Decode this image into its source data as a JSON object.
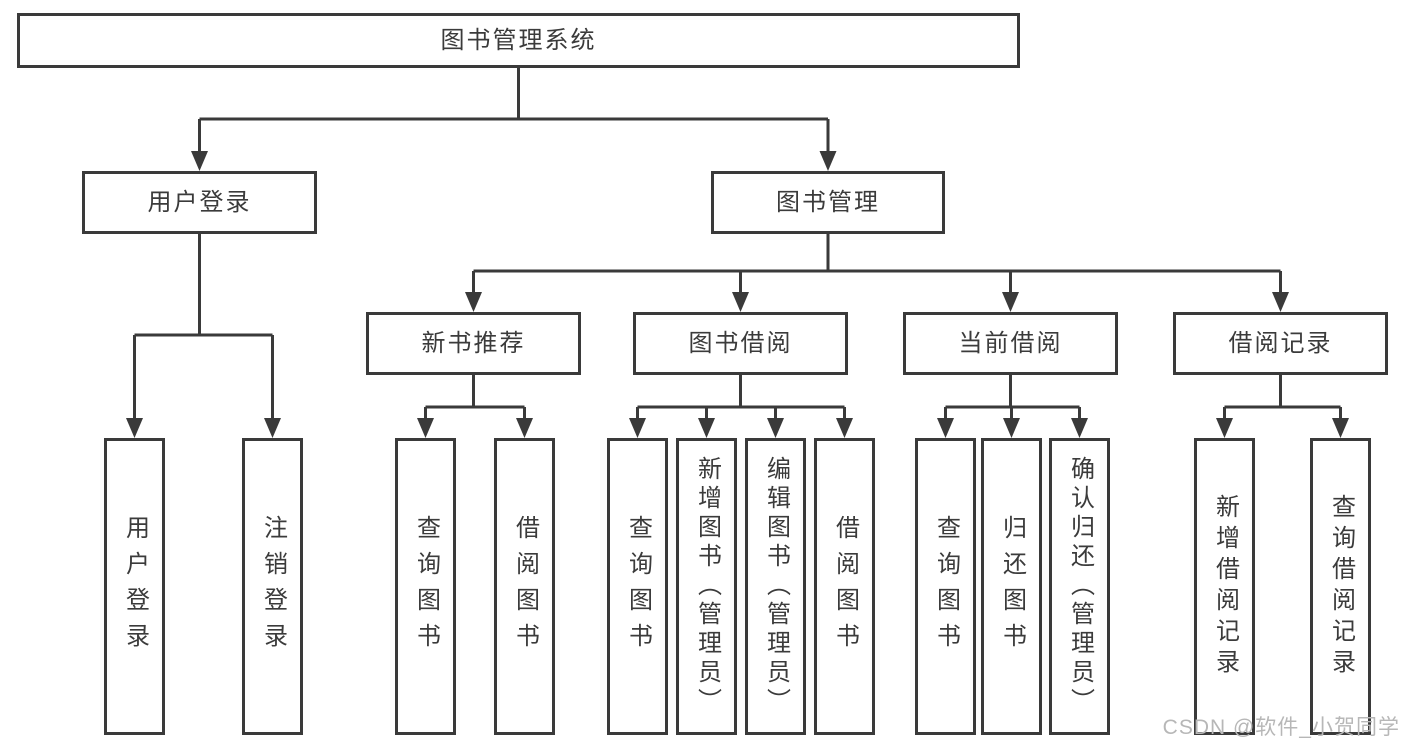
{
  "diagram": {
    "root": {
      "label": "图书管理系统"
    },
    "branches": [
      {
        "label": "用户登录",
        "children": [
          {
            "label": "用户登录"
          },
          {
            "label": "注销登录"
          }
        ]
      },
      {
        "label": "图书管理",
        "children": [
          {
            "label": "新书推荐",
            "children": [
              {
                "label": "查询图书"
              },
              {
                "label": "借阅图书"
              }
            ]
          },
          {
            "label": "图书借阅",
            "children": [
              {
                "label": "查询图书"
              },
              {
                "label": "新增图书（管理员）"
              },
              {
                "label": "编辑图书（管理员）"
              },
              {
                "label": "借阅图书"
              }
            ]
          },
          {
            "label": "当前借阅",
            "children": [
              {
                "label": "查询图书"
              },
              {
                "label": "归还图书"
              },
              {
                "label": "确认归还（管理员）"
              }
            ]
          },
          {
            "label": "借阅记录",
            "children": [
              {
                "label": "新增借阅记录"
              },
              {
                "label": "查询借阅记录"
              }
            ]
          }
        ]
      }
    ],
    "watermark": "CSDN @软件_小贺同学",
    "colors": {
      "line": "#3a3a3a",
      "text": "#3b3b3b",
      "watermark": "#b7b7b7",
      "background": "#ffffff"
    }
  }
}
